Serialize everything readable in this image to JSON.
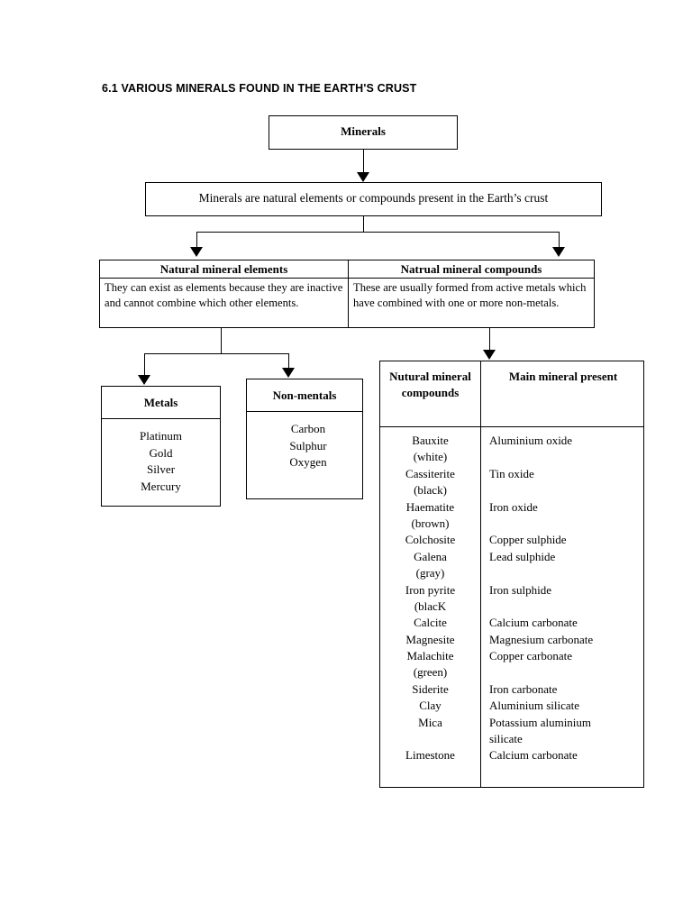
{
  "title": "6.1 VARIOUS MINERALS FOUND IN THE EARTH'S CRUST",
  "root": {
    "label": "Minerals"
  },
  "definition": {
    "text": "Minerals are natural elements or compounds present in the Earth’s crust"
  },
  "categories": {
    "elements": {
      "header": "Natural mineral elements",
      "body": "They can exist as elements because they are inactive and cannot combine which other elements."
    },
    "compounds": {
      "header": "Natrual mineral compounds",
      "body": "These are usually formed from active metals which have combined with one or more non-metals."
    }
  },
  "element_groups": {
    "metals": {
      "header": "Metals",
      "items": [
        "Platinum",
        "Gold",
        "Silver",
        "Mercury"
      ]
    },
    "nonmetals": {
      "header": "Non-mentals",
      "items": [
        "Carbon",
        "Sulphur",
        "Oxygen"
      ]
    }
  },
  "compounds_table": {
    "columns": [
      "Nutural mineral compounds",
      "Main mineral present"
    ],
    "rows": [
      {
        "name": "Bauxite",
        "value": "Aluminium oxide"
      },
      {
        "name": "(white)",
        "value": ""
      },
      {
        "name": "Cassiterite",
        "value": "Tin oxide"
      },
      {
        "name": "(black)",
        "value": ""
      },
      {
        "name": "Haematite",
        "value": "Iron oxide"
      },
      {
        "name": "(brown)",
        "value": ""
      },
      {
        "name": "Colchosite",
        "value": "Copper sulphide"
      },
      {
        "name": "Galena",
        "value": "Lead sulphide"
      },
      {
        "name": "(gray)",
        "value": ""
      },
      {
        "name": "Iron pyrite",
        "value": "Iron sulphide"
      },
      {
        "name": "(blacK",
        "value": ""
      },
      {
        "name": "Calcite",
        "value": "Calcium carbonate"
      },
      {
        "name": "Magnesite",
        "value": "Magnesium carbonate"
      },
      {
        "name": "Malachite",
        "value": "Copper carbonate"
      },
      {
        "name": "(green)",
        "value": ""
      },
      {
        "name": "Siderite",
        "value": "Iron carbonate"
      },
      {
        "name": "Clay",
        "value": "Aluminium silicate"
      },
      {
        "name": "Mica",
        "value": "Potassium aluminium"
      },
      {
        "name": "",
        "value": "silicate"
      },
      {
        "name": "Limestone",
        "value": "Calcium carbonate"
      }
    ]
  }
}
